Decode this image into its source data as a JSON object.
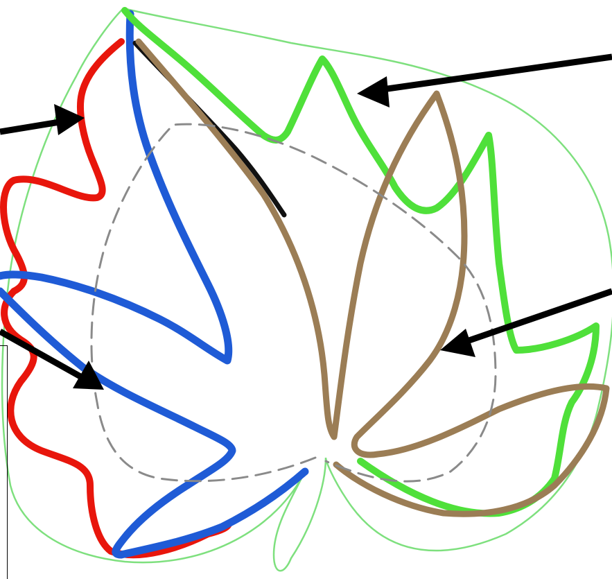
{
  "figure": {
    "outlines": [
      {
        "name": "outer-leaf-outline",
        "color": "#7ee07e",
        "style": "thin"
      },
      {
        "name": "red-leaf-outline",
        "color": "#e8160c",
        "style": "thick"
      },
      {
        "name": "blue-leaf-outline",
        "color": "#1f5bd6",
        "style": "thick"
      },
      {
        "name": "green-leaf-outline",
        "color": "#4fe03a",
        "style": "thick"
      },
      {
        "name": "brown-leaf-outline",
        "color": "#9b7d55",
        "style": "thick"
      },
      {
        "name": "dashed-leaf-outline",
        "color": "#8a8a8a",
        "style": "dashed"
      },
      {
        "name": "black-edge-segment",
        "color": "#111111",
        "style": "thick"
      }
    ],
    "arrows": [
      {
        "name": "arrow-to-red-outline",
        "color": "#000000"
      },
      {
        "name": "arrow-to-green-outline",
        "color": "#000000"
      },
      {
        "name": "arrow-to-blue-outline",
        "color": "#000000"
      },
      {
        "name": "arrow-to-brown-outline",
        "color": "#000000"
      }
    ]
  }
}
